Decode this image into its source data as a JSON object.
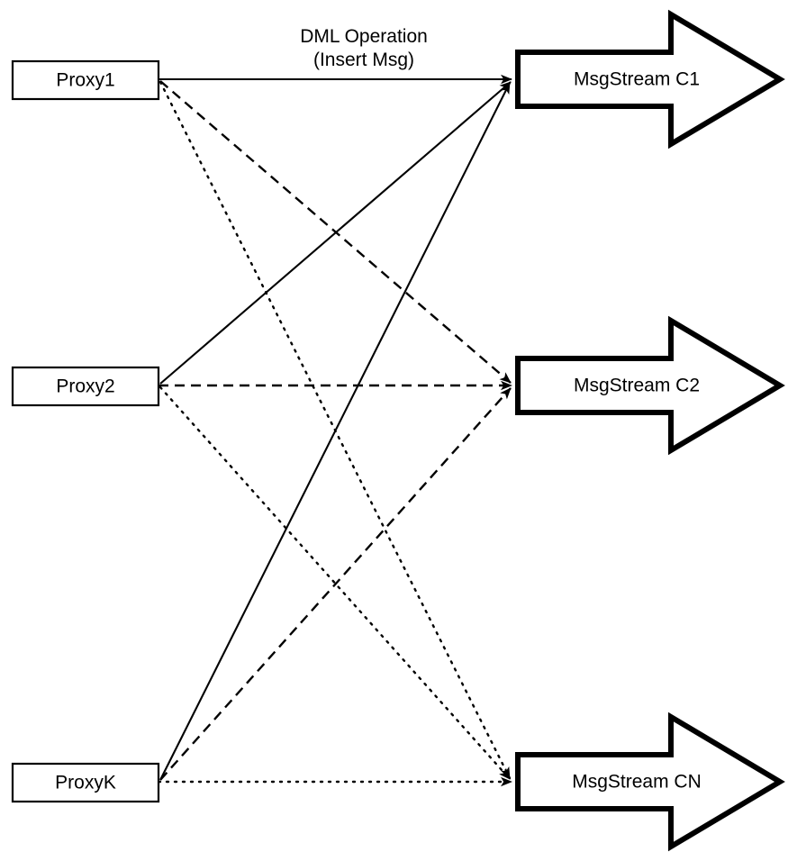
{
  "diagram": {
    "title_text": "DML Operation",
    "subtitle_text": "(Insert Msg)",
    "background_color": "#ffffff",
    "line_color": "#000000",
    "proxies": [
      {
        "id": "proxy1",
        "label": "Proxy1"
      },
      {
        "id": "proxy2",
        "label": "Proxy2"
      },
      {
        "id": "proxyK",
        "label": "ProxyK"
      }
    ],
    "streams": [
      {
        "id": "stream_c1",
        "label": "MsgStream C1"
      },
      {
        "id": "stream_c2",
        "label": "MsgStream C2"
      },
      {
        "id": "stream_cn",
        "label": "MsgStream CN"
      }
    ],
    "edges": [
      {
        "from": "Proxy1",
        "to": "MsgStream C1",
        "style": "solid"
      },
      {
        "from": "Proxy1",
        "to": "MsgStream C2",
        "style": "dashed"
      },
      {
        "from": "Proxy1",
        "to": "MsgStream CN",
        "style": "dotted"
      },
      {
        "from": "Proxy2",
        "to": "MsgStream C1",
        "style": "solid"
      },
      {
        "from": "Proxy2",
        "to": "MsgStream C2",
        "style": "dashed"
      },
      {
        "from": "Proxy2",
        "to": "MsgStream CN",
        "style": "dotted"
      },
      {
        "from": "ProxyK",
        "to": "MsgStream C1",
        "style": "solid"
      },
      {
        "from": "ProxyK",
        "to": "MsgStream C2",
        "style": "dashed"
      },
      {
        "from": "ProxyK",
        "to": "MsgStream CN",
        "style": "dotted"
      }
    ]
  }
}
